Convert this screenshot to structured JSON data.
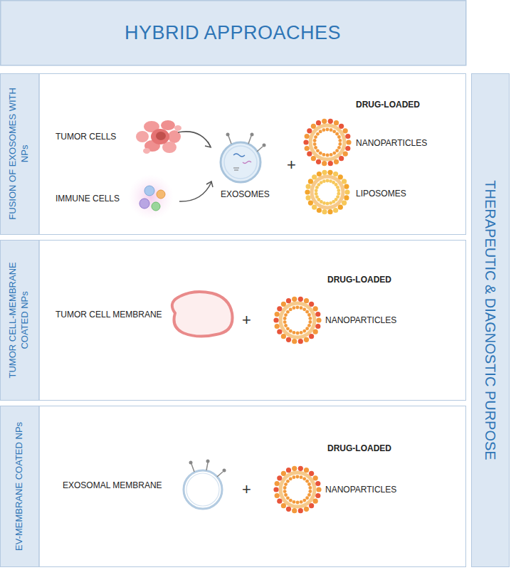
{
  "diagram": {
    "title": "HYBRID APPROACHES",
    "nodes": [
      {
        "text": [
          "FUSION OF EXOSOMES WITH NPs"
        ]
      },
      {
        "text": [
          "TUMOR CELL-MEMBRANE COATED NPs"
        ]
      },
      {
        "text": [
          "EV-MEMBRANE COATED NPs"
        ]
      },
      {
        "text": [
          "THERAPEUTIC & DIAGNOSTIC PURPOSE"
        ]
      }
    ],
    "labels": [
      "TUMOR CELLS",
      "IMMUNE CELLS",
      "EXOSOMES",
      "+",
      "DRUG-LOADED",
      "NANOPARTICLES",
      "LIPOSOMES",
      "TUMOR CELL MEMBRANE",
      "+",
      "DRUG-LOADED",
      "NANOPARTICLES",
      "EXOSOMAL MEMBRANE",
      "+",
      "DRUG-LOADED",
      "NANOPARTICLES"
    ]
  }
}
